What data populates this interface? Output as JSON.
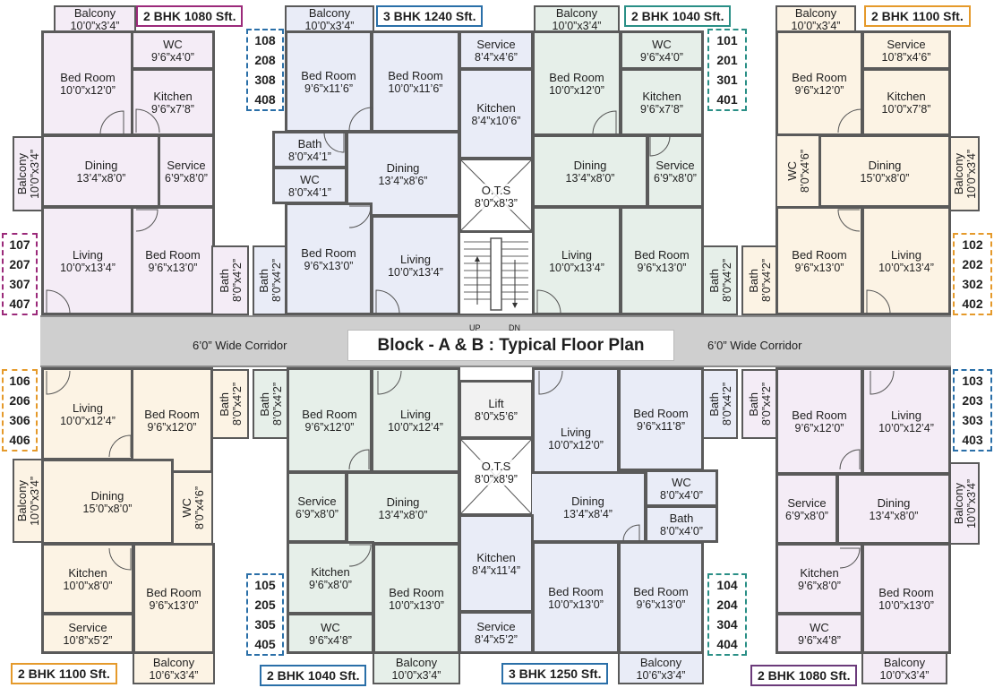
{
  "title": "Block - A & B : Typical Floor Plan",
  "corridor": {
    "left": "6’0” Wide Corridor",
    "right": "6’0” Wide Corridor"
  },
  "tags": {
    "t1": "2 BHK 1080 Sft.",
    "t2": "3 BHK 1240 Sft.",
    "t3": "2 BHK 1040 Sft.",
    "t4": "2 BHK 1100 Sft.",
    "b1": "2 BHK 1100 Sft.",
    "b2": "2 BHK 1040 Sft.",
    "b3": "3 BHK 1250 Sft.",
    "b4": "2 BHK 1080 Sft."
  },
  "unit_numbers": {
    "u108": [
      "108",
      "208",
      "308",
      "408"
    ],
    "u101": [
      "101",
      "201",
      "301",
      "401"
    ],
    "u107": [
      "107",
      "207",
      "307",
      "407"
    ],
    "u102": [
      "102",
      "202",
      "302",
      "402"
    ],
    "u106": [
      "106",
      "206",
      "306",
      "406"
    ],
    "u103": [
      "103",
      "203",
      "303",
      "403"
    ],
    "u105": [
      "105",
      "205",
      "305",
      "405"
    ],
    "u104": [
      "104",
      "204",
      "304",
      "404"
    ]
  },
  "stairs": {
    "up": "UP",
    "dn": "DN"
  },
  "rooms": {
    "a_balcony": {
      "name": "Balcony",
      "dim": "10’0”x3’4”"
    },
    "a_wc": {
      "name": "WC",
      "dim": "9’6”x4’0”"
    },
    "a_bed1": {
      "name": "Bed Room",
      "dim": "10’0”x12’0”"
    },
    "a_kitchen": {
      "name": "Kitchen",
      "dim": "9’6”x7’8”"
    },
    "a_service": {
      "name": "Service",
      "dim": "6’9”x8’0”"
    },
    "a_dining": {
      "name": "Dining",
      "dim": "13’4”x8’0”"
    },
    "a_side_balcony": {
      "name": "Balcony",
      "dim": "10’0”x3’4”"
    },
    "a_living": {
      "name": "Living",
      "dim": "10’0”x13’4”"
    },
    "a_bed2": {
      "name": "Bed Room",
      "dim": "9’6”x13’0”"
    },
    "a_bath": {
      "name": "Bath",
      "dim": "8’0”x4’2”"
    },
    "b_balcony": {
      "name": "Balcony",
      "dim": "10’0”x3’4”"
    },
    "b_bed1": {
      "name": "Bed Room",
      "dim": "9’6”x11’6”"
    },
    "b_bed2": {
      "name": "Bed Room",
      "dim": "10’0”x11’6”"
    },
    "b_service": {
      "name": "Service",
      "dim": "8’4”x4’6”"
    },
    "b_kitchen": {
      "name": "Kitchen",
      "dim": "8’4”x10’6”"
    },
    "b_bath1": {
      "name": "Bath",
      "dim": "8’0”x4’1”"
    },
    "b_wc": {
      "name": "WC",
      "dim": "8’0”x4’1”"
    },
    "b_dining": {
      "name": "Dining",
      "dim": "13’4”x8’6”"
    },
    "b_ots": {
      "name": "O.T.S",
      "dim": "8’0”x8’3”"
    },
    "b_bath2": {
      "name": "Bath",
      "dim": "8’0”x4’2”"
    },
    "b_bed3": {
      "name": "Bed Room",
      "dim": "9’6”x13’0”"
    },
    "b_living": {
      "name": "Living",
      "dim": "10’0”x13’4”"
    },
    "c_balcony": {
      "name": "Balcony",
      "dim": "10’0”x3’4”"
    },
    "c_bed1": {
      "name": "Bed Room",
      "dim": "10’0”x12’0”"
    },
    "c_wc": {
      "name": "WC",
      "dim": "9’6”x4’0”"
    },
    "c_kitchen": {
      "name": "Kitchen",
      "dim": "9’6”x7’8”"
    },
    "c_dining": {
      "name": "Dining",
      "dim": "13’4”x8’0”"
    },
    "c_service": {
      "name": "Service",
      "dim": "6’9”x8’0”"
    },
    "c_living": {
      "name": "Living",
      "dim": "10’0”x13’4”"
    },
    "c_bed2": {
      "name": "Bed Room",
      "dim": "9’6”x13’0”"
    },
    "c_bath": {
      "name": "Bath",
      "dim": "8’0”x4’2”"
    },
    "d_balcony": {
      "name": "Balcony",
      "dim": "10’0”x3’4”"
    },
    "d_bed1": {
      "name": "Bed Room",
      "dim": "9’6”x12’0”"
    },
    "d_service": {
      "name": "Service",
      "dim": "10’8”x4’6”"
    },
    "d_kitchen": {
      "name": "Kitchen",
      "dim": "10’0”x7’8”"
    },
    "d_wc": {
      "name": "WC",
      "dim": "8’0”x4’6”"
    },
    "d_dining": {
      "name": "Dining",
      "dim": "15’0”x8’0”"
    },
    "d_side_balcony": {
      "name": "Balcony",
      "dim": "10’0”x3’4”"
    },
    "d_bath": {
      "name": "Bath",
      "dim": "8’0”x4’2”"
    },
    "d_bed2": {
      "name": "Bed Room",
      "dim": "9’6”x13’0”"
    },
    "d_living": {
      "name": "Living",
      "dim": "10’0”x13’4”"
    },
    "e_living": {
      "name": "Living",
      "dim": "10’0”x12’4”"
    },
    "e_bed1": {
      "name": "Bed Room",
      "dim": "9’6”x12’0”"
    },
    "e_bath": {
      "name": "Bath",
      "dim": "8’0”x4’2”"
    },
    "e_side_balcony": {
      "name": "Balcony",
      "dim": "10’0”x3’4”"
    },
    "e_dining": {
      "name": "Dining",
      "dim": "15’0”x8’0”"
    },
    "e_wc": {
      "name": "WC",
      "dim": "8’0”x4’6”"
    },
    "e_kitchen": {
      "name": "Kitchen",
      "dim": "10’0”x8’0”"
    },
    "e_bed2": {
      "name": "Bed Room",
      "dim": "9’6”x13’0”"
    },
    "e_service": {
      "name": "Service",
      "dim": "10’8”x5’2”"
    },
    "e_balcony": {
      "name": "Balcony",
      "dim": "10’6”x3’4”"
    },
    "f_bath": {
      "name": "Bath",
      "dim": "8’0”x4’2”"
    },
    "f_bed1": {
      "name": "Bed Room",
      "dim": "9’6”x12’0”"
    },
    "f_living": {
      "name": "Living",
      "dim": "10’0”x12’4”"
    },
    "f_service": {
      "name": "Service",
      "dim": "6’9”x8’0”"
    },
    "f_dining": {
      "name": "Dining",
      "dim": "13’4”x8’0”"
    },
    "f_kitchen": {
      "name": "Kitchen",
      "dim": "9’6”x8’0”"
    },
    "f_bed2": {
      "name": "Bed Room",
      "dim": "10’0”x13’0”"
    },
    "f_wc": {
      "name": "WC",
      "dim": "9’6”x4’8”"
    },
    "f_balcony": {
      "name": "Balcony",
      "dim": "10’0”x3’4”"
    },
    "g_lift": {
      "name": "Lift",
      "dim": "8’0”x5’6”"
    },
    "g_ots": {
      "name": "O.T.S",
      "dim": "8’0”x8’9”"
    },
    "g_living": {
      "name": "Living",
      "dim": "10’0”x12’0”"
    },
    "g_bed1": {
      "name": "Bed Room",
      "dim": "9’6”x11’8”"
    },
    "g_bath1": {
      "name": "Bath",
      "dim": "8’0”x4’2”"
    },
    "g_wc": {
      "name": "WC",
      "dim": "8’0”x4’0”"
    },
    "g_bath2": {
      "name": "Bath",
      "dim": "8’0”x4’0”"
    },
    "g_dining": {
      "name": "Dining",
      "dim": "13’4”x8’4”"
    },
    "g_kitchen": {
      "name": "Kitchen",
      "dim": "8’4”x11’4”"
    },
    "g_service": {
      "name": "Service",
      "dim": "8’4”x5’2”"
    },
    "g_bed2": {
      "name": "Bed Room",
      "dim": "10’0”x13’0”"
    },
    "g_bed3": {
      "name": "Bed Room",
      "dim": "9’6”x13’0”"
    },
    "g_balcony": {
      "name": "Balcony",
      "dim": "10’6”x3’4”"
    },
    "h_bath": {
      "name": "Bath",
      "dim": "8’0”x4’2”"
    },
    "h_bed1": {
      "name": "Bed Room",
      "dim": "9’6”x12’0”"
    },
    "h_living": {
      "name": "Living",
      "dim": "10’0”x12’4”"
    },
    "h_service": {
      "name": "Service",
      "dim": "6’9”x8’0”"
    },
    "h_dining": {
      "name": "Dining",
      "dim": "13’4”x8’0”"
    },
    "h_side_balcony": {
      "name": "Balcony",
      "dim": "10’0”x3’4”"
    },
    "h_kitchen": {
      "name": "Kitchen",
      "dim": "9’6”x8’0”"
    },
    "h_bed2": {
      "name": "Bed Room",
      "dim": "10’0”x13’0”"
    },
    "h_wc": {
      "name": "WC",
      "dim": "9’6”x4’8”"
    },
    "h_balcony": {
      "name": "Balcony",
      "dim": "10’0”x3’4”"
    }
  }
}
